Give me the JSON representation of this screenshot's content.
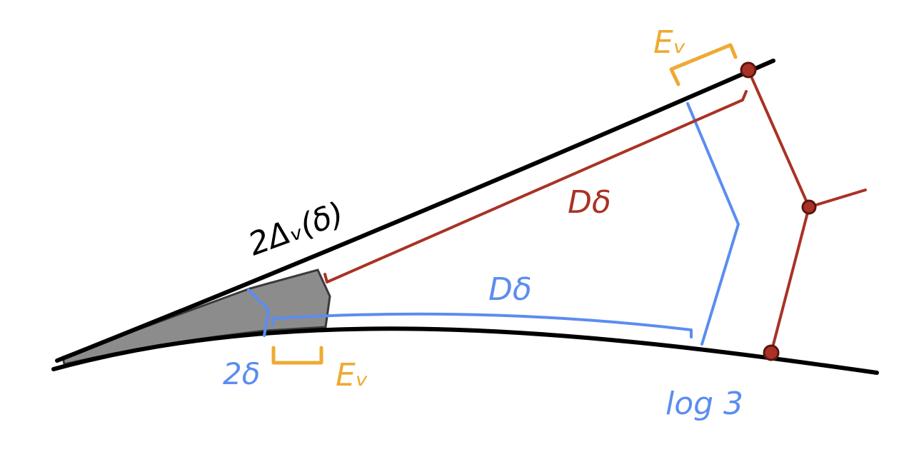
{
  "labels": {
    "top_curve": "2Δᵥ(δ)",
    "red_distance": "Dδ",
    "blue_distance": "Dδ",
    "upper_ev": "Eᵥ",
    "lower_ev": "Eᵥ",
    "two_delta": "2δ",
    "log_three": "log 3"
  },
  "colors": {
    "black": "#000000",
    "red": "#a93226",
    "blue": "#5b8def",
    "orange": "#eeaa33",
    "shade": "#8c8c8c"
  }
}
